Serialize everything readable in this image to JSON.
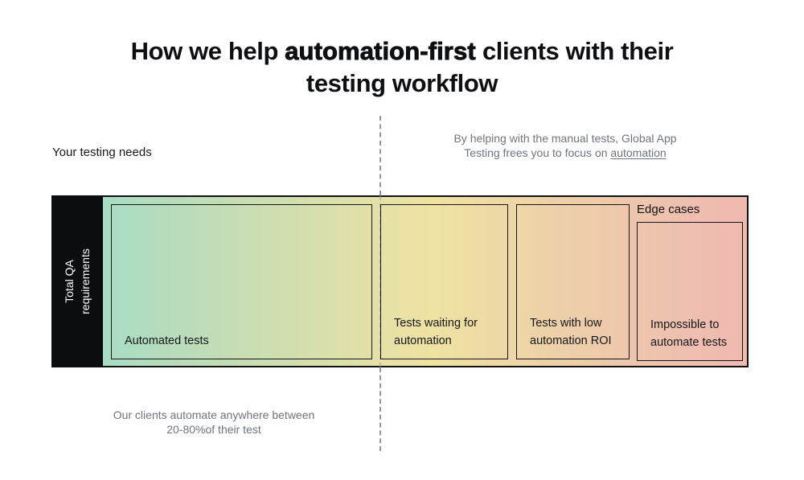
{
  "title": {
    "line1_pre": "How we help ",
    "line1_bold": "automation-first",
    "line1_post": " clients with their",
    "line2": "testing workflow"
  },
  "annotations": {
    "left_label": "Your testing needs",
    "right_line1": "By helping with the manual tests, Global App",
    "right_line2_pre": "Testing frees you to focus on ",
    "right_link": "automation",
    "bottom_line1": "Our clients automate anywhere between",
    "bottom_line2": "20-80%of their test"
  },
  "bar": {
    "axis_label": {
      "line1": "Total QA",
      "line2": "requirements"
    },
    "segments": [
      {
        "label": "Automated tests"
      },
      {
        "label": "Tests waiting for automation"
      },
      {
        "label": "Tests with low automation ROI"
      },
      {
        "label": "Impossible to automate tests"
      }
    ],
    "group_label": "Edge cases"
  },
  "colors": {
    "bar_gradient": [
      "#a6dbbf 0%",
      "#abdcc2 9%",
      "#c7ddb4 27%",
      "#f0e2a2 55%",
      "#edd0a9 73%",
      "#efbbb1 96%",
      "#f0b9b0 100%"
    ],
    "axis_box": "#0b0d0e",
    "muted_text": "#6e7580",
    "dash_line": "#94989d"
  }
}
